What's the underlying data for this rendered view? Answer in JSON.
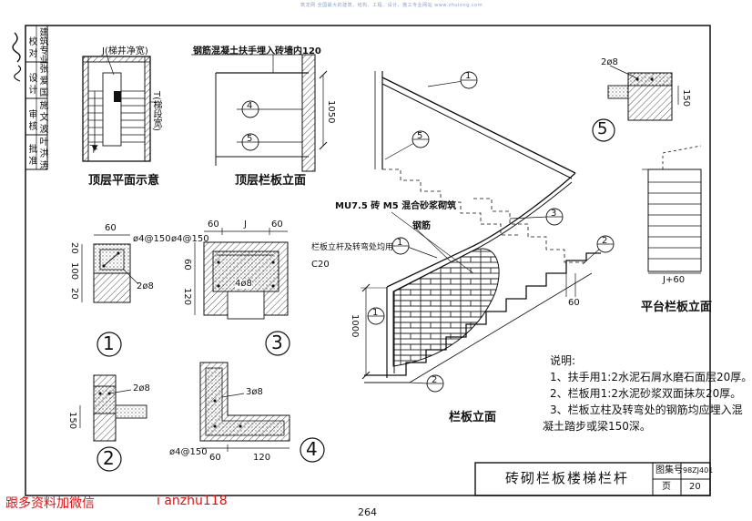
{
  "watermark_top": "筑龙网 全国最大的建筑、结构、工程、设计、施工专业网站 www.zhulong.com",
  "signature_block": {
    "rows": [
      {
        "role": "校 对",
        "title": "建筑专业"
      },
      {
        "role": "设 计",
        "title": "张 爱 国"
      },
      {
        "role": "审 核",
        "title": "施 文 波"
      },
      {
        "role": "批 准",
        "title": "叶 洪 涛"
      }
    ]
  },
  "plan": {
    "caption": "顶层平面示意",
    "wall_label": "J(梯井净宽)",
    "side_label": "T(梯段宽)",
    "down_mark": "下"
  },
  "top_elev": {
    "caption": "顶层栏板立面",
    "note": "钢筋混凝土扶手埋入砖墙内120",
    "dim": "1050",
    "bubbles": [
      "4",
      "5"
    ]
  },
  "main_elev": {
    "caption": "栏板立面",
    "brick_note": "MU7.5 砖 M5 混合砂浆砌筑",
    "rebar_note": "钢筋",
    "post_note": "栏板立杆及转弯处均用",
    "post_note2": "C20",
    "dim": "1000",
    "bubbles": [
      "1",
      "5",
      "1",
      "1",
      "2"
    ]
  },
  "stair_side": {
    "bubbles": [
      "3",
      "2"
    ],
    "dim": "60"
  },
  "platform": {
    "caption": "平台栏板立面",
    "dim": "J+60"
  },
  "detail1": {
    "number": "1",
    "dims": [
      "60",
      "20",
      "100",
      "20"
    ],
    "rebar_a": "ø4@150",
    "rebar_b": "2ø8"
  },
  "detail2": {
    "number": "2",
    "rebar": "2ø8",
    "dim": "150"
  },
  "detail3": {
    "number": "3",
    "dims": [
      "60",
      "J",
      "60",
      "60",
      "120"
    ],
    "rebar_a": "ø4@150",
    "rebar_b": "4ø8"
  },
  "detail4": {
    "number": "4",
    "rebar_a": "3ø8",
    "rebar_b": "ø4@150",
    "dims": [
      "60",
      "120"
    ]
  },
  "detail5": {
    "number": "5",
    "rebar": "2ø8",
    "dim": "150"
  },
  "notes": {
    "heading": "说明:",
    "items": [
      "1、扶手用1:2水泥石屑水磨石面层20厚。",
      "2、栏板用1:2水泥砂浆双面抹灰20厚。",
      "3、栏板立柱及转弯处的钢筋均应埋入混",
      "凝土踏步或梁150深。"
    ]
  },
  "title_block": {
    "title": "砖砌栏板楼梯栏杆",
    "atlas_label": "图集号",
    "atlas_no": "98ZJ401",
    "page_label": "页",
    "page_no": "20"
  },
  "page_number": "264",
  "footer": {
    "left": "跟多资料加微信",
    "right": "i anzhu118"
  }
}
